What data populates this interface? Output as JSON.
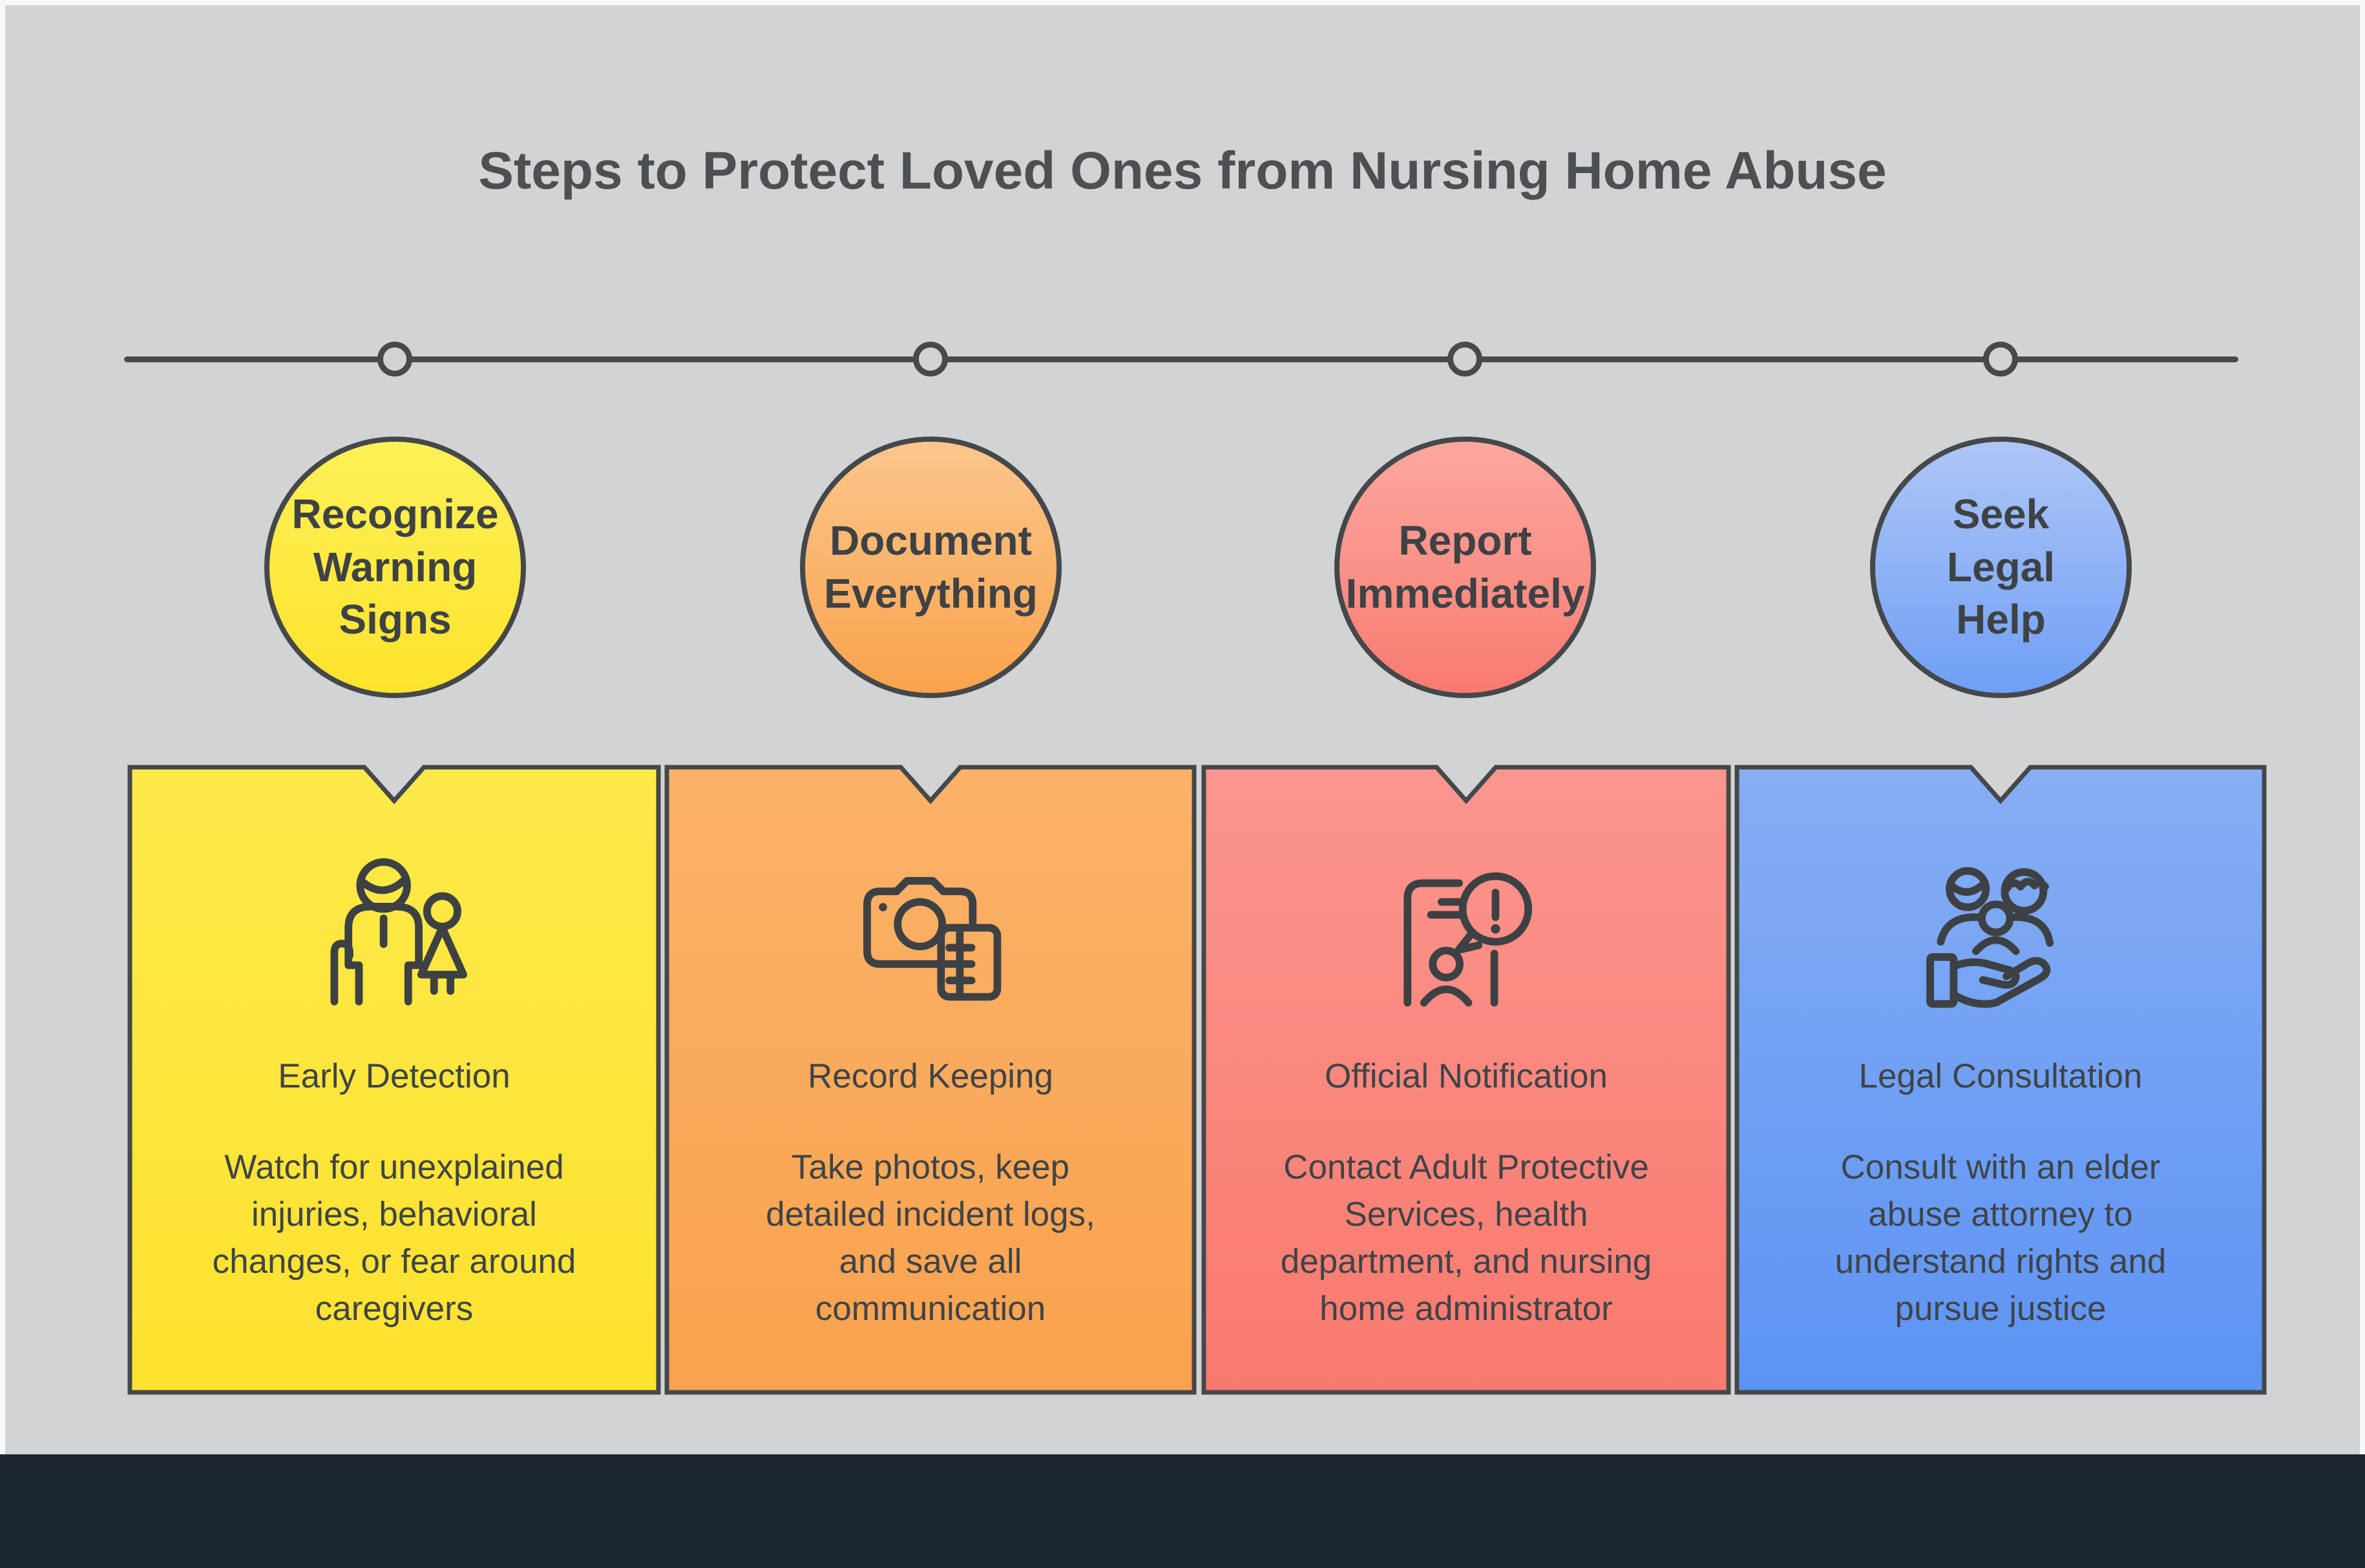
{
  "title": "Steps to Protect Loved Ones from Nursing Home Abuse",
  "colors": {
    "page_background": "#f7f8fa",
    "panel_background": "#d2d3d4",
    "footer_bar": "#1b2531",
    "timeline": "#474a4d",
    "outline_dark": "#45484b",
    "title_text": "#4c5053",
    "body_text": "#3f4447"
  },
  "steps": [
    {
      "circle_label": "Recognize\nWarning\nSigns",
      "card_title": "Early Detection",
      "card_body": "Watch for unexplained\ninjuries, behavioral\nchanges, or fear around\ncaregivers",
      "icon": "elderly-couple-icon",
      "colors": {
        "circle_top": "#fdf158",
        "circle_bottom": "#fde32b",
        "card_top": "#fdea4a",
        "card_bottom": "#fde22e"
      }
    },
    {
      "circle_label": "Document\nEverything",
      "card_title": "Record Keeping",
      "card_body": "Take photos, keep\ndetailed incident logs,\nand save all\ncommunication",
      "icon": "camera-notebook-icon",
      "colors": {
        "circle_top": "#fcc68c",
        "circle_bottom": "#f9a34c",
        "card_top": "#fbb269",
        "card_bottom": "#f9a24e"
      }
    },
    {
      "circle_label": "Report\nImmediately",
      "card_title": "Official Notification",
      "card_body": "Contact Adult Protective\nServices, health\ndepartment, and nursing\nhome administrator",
      "icon": "report-alert-icon",
      "colors": {
        "circle_top": "#fca89f",
        "circle_bottom": "#f97b70",
        "card_top": "#fb968e",
        "card_bottom": "#f9796e"
      }
    },
    {
      "circle_label": "Seek\nLegal\nHelp",
      "card_title": "Legal Consultation",
      "card_body": "Consult with an elder\nabuse attorney to\nunderstand rights and\npursue justice",
      "icon": "family-support-hand-icon",
      "colors": {
        "circle_top": "#aec6f6",
        "circle_bottom": "#6f9ff5",
        "card_top": "#86aef3",
        "card_bottom": "#5c93f4"
      }
    }
  ]
}
